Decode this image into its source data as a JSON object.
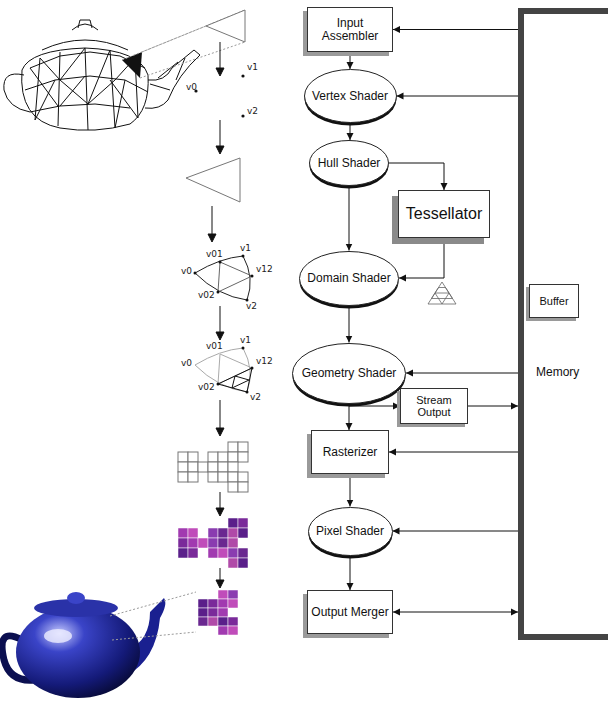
{
  "diagram": {
    "nodes": [
      {
        "text": [
          "Input Assembler"
        ]
      },
      {
        "text": [
          "Vertex Shader"
        ]
      },
      {
        "text": [
          "Hull Shader"
        ]
      },
      {
        "text": [
          "Tessellator"
        ]
      },
      {
        "text": [
          "Domain Shader"
        ]
      },
      {
        "text": [
          "Memory"
        ]
      },
      {
        "text": [
          "Buffer"
        ],
        "in": 5
      },
      {
        "text": [
          "Geometry Shader"
        ]
      },
      {
        "text": [
          "Stream Output"
        ]
      },
      {
        "text": [
          "Rasterizer"
        ]
      },
      {
        "text": [
          "Pixel Shader"
        ]
      },
      {
        "text": [
          "Output Merger"
        ]
      }
    ],
    "edges": [
      {
        "from": 5,
        "to": 0,
        "arrow": "to"
      },
      {
        "from": 0,
        "to": 1,
        "arrow": "to"
      },
      {
        "from": 5,
        "to": 1,
        "arrow": "to"
      },
      {
        "from": 1,
        "to": 2,
        "arrow": "to"
      },
      {
        "from": 2,
        "to": 3,
        "arrow": "to"
      },
      {
        "from": 2,
        "to": 4,
        "arrow": "to"
      },
      {
        "from": 3,
        "to": 4,
        "arrow": "to"
      },
      {
        "from": 4,
        "to": 7,
        "arrow": "to"
      },
      {
        "from": 5,
        "to": 7,
        "arrow": "to"
      },
      {
        "from": 7,
        "to": 8,
        "arrow": "to"
      },
      {
        "from": 8,
        "to": 5,
        "arrow": "to"
      },
      {
        "from": 7,
        "to": 9,
        "arrow": "to"
      },
      {
        "from": 5,
        "to": 9,
        "arrow": "to"
      },
      {
        "from": 9,
        "to": 10,
        "arrow": "to"
      },
      {
        "from": 5,
        "to": 10,
        "arrow": "to"
      },
      {
        "from": 10,
        "to": 11,
        "arrow": "to"
      },
      {
        "from": 11,
        "to": 5,
        "arrow": "both"
      }
    ],
    "labels": [
      "v1",
      "v0",
      "v2",
      "v0",
      "v01",
      "v1",
      "v12",
      "v02",
      "v2",
      "v0",
      "v01",
      "v1",
      "v12",
      "v02",
      "v2"
    ]
  }
}
